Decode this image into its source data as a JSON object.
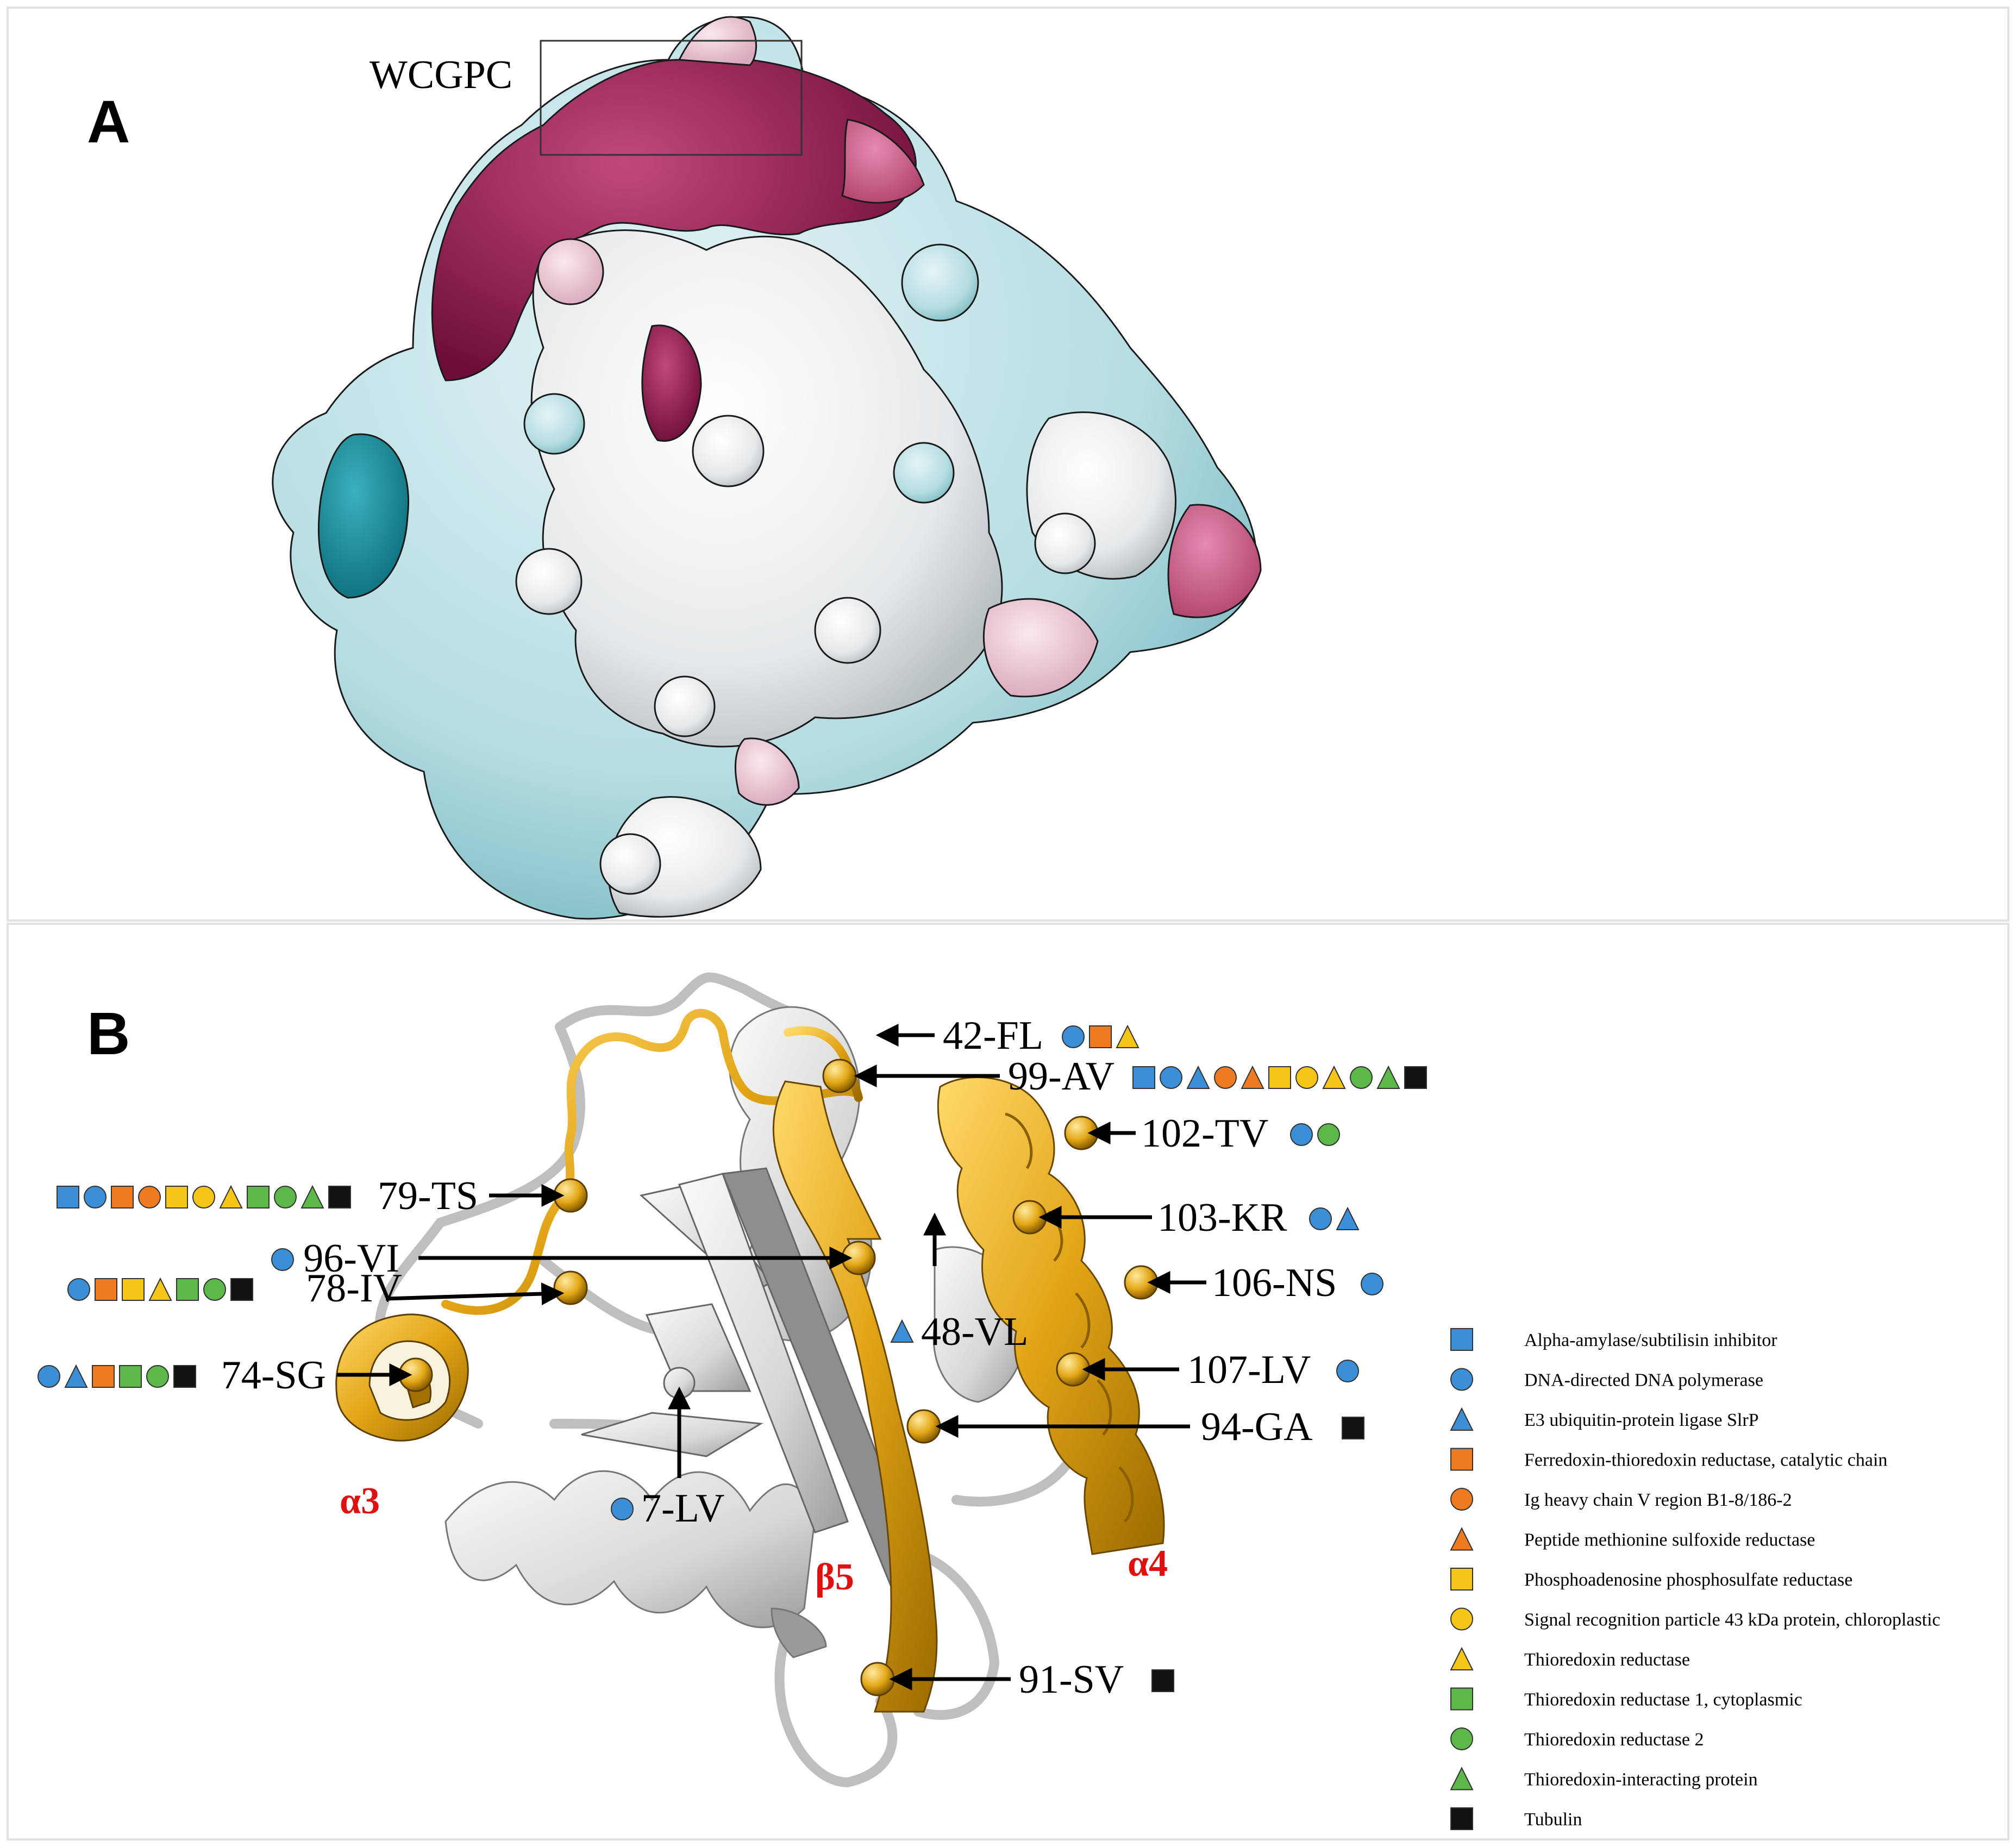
{
  "panel_a": {
    "letter": "A",
    "box_label": "WCGPC"
  },
  "panel_b": {
    "letter": "B",
    "structure_labels": [
      "α3",
      "β5",
      "α4"
    ]
  },
  "colors": {
    "Alpha-amylase/subtilisin inhibitor": "#3b8fd6",
    "DNA-directed DNA polymerase": "#3b8fd6",
    "E3 ubiquitin-protein ligase SlrP": "#3b8fd6",
    "Ferredoxin-thioredoxin reductase, catalytic chain": "#ee7a22",
    "Ig heavy chain V region B1-8/186-2": "#ee7a22",
    "Peptide methionine sulfoxide reductase": "#ee7a22",
    "Phosphoadenosine phosphosulfate reductase": "#f5c518",
    "Signal recognition particle 43 kDa protein, chloroplastic": "#f5c518",
    "Thioredoxin reductase": "#f5c518",
    "Thioredoxin reductase 1, cytoplasmic": "#5cb848",
    "Thioredoxin reductase 2": "#5cb848",
    "Thioredoxin-interacting protein": "#5cb848",
    "Tubulin": "#111111"
  },
  "legend": [
    {
      "shape": "square",
      "color": "#3b8fd6",
      "label": "Alpha-amylase/subtilisin inhibitor"
    },
    {
      "shape": "circle",
      "color": "#3b8fd6",
      "label": "DNA-directed DNA polymerase"
    },
    {
      "shape": "triangle",
      "color": "#3b8fd6",
      "label": "E3 ubiquitin-protein ligase SlrP"
    },
    {
      "shape": "square",
      "color": "#ee7a22",
      "label": "Ferredoxin-thioredoxin reductase, catalytic chain"
    },
    {
      "shape": "circle",
      "color": "#ee7a22",
      "label": "Ig heavy chain V region B1-8/186-2"
    },
    {
      "shape": "triangle",
      "color": "#ee7a22",
      "label": "Peptide methionine sulfoxide reductase"
    },
    {
      "shape": "square",
      "color": "#f5c518",
      "label": "Phosphoadenosine phosphosulfate reductase"
    },
    {
      "shape": "circle",
      "color": "#f5c518",
      "label": "Signal recognition particle 43 kDa protein, chloroplastic"
    },
    {
      "shape": "triangle",
      "color": "#f5c518",
      "label": "Thioredoxin reductase"
    },
    {
      "shape": "square",
      "color": "#5cb848",
      "label": "Thioredoxin reductase 1, cytoplasmic"
    },
    {
      "shape": "circle",
      "color": "#5cb848",
      "label": "Thioredoxin reductase 2"
    },
    {
      "shape": "triangle",
      "color": "#5cb848",
      "label": "Thioredoxin-interacting protein"
    },
    {
      "shape": "square",
      "color": "#111111",
      "label": "Tubulin"
    }
  ],
  "sites": [
    {
      "label": "42-FL",
      "markers": [
        1,
        3,
        8
      ]
    },
    {
      "label": "99-AV",
      "markers": [
        0,
        1,
        2,
        4,
        5,
        6,
        7,
        8,
        10,
        11,
        12
      ]
    },
    {
      "label": "102-TV",
      "markers": [
        1,
        10
      ]
    },
    {
      "label": "103-KR",
      "markers": [
        1,
        2
      ]
    },
    {
      "label": "106-NS",
      "markers": [
        1
      ]
    },
    {
      "label": "107-LV",
      "markers": [
        1
      ]
    },
    {
      "label": "94-GA",
      "markers": [
        12
      ]
    },
    {
      "label": "91-SV",
      "markers": [
        12
      ]
    },
    {
      "label": "48-VL",
      "markers": [
        2
      ]
    },
    {
      "label": "7-LV",
      "markers": [
        1
      ]
    },
    {
      "label": "79-TS",
      "markers": [
        0,
        1,
        3,
        4,
        6,
        7,
        8,
        9,
        10,
        11,
        12
      ]
    },
    {
      "label": "96-VI",
      "markers": [
        1
      ]
    },
    {
      "label": "78-IV",
      "markers": [
        1,
        3,
        6,
        8,
        9,
        10,
        12
      ]
    },
    {
      "label": "74-SG",
      "markers": [
        1,
        2,
        3,
        9,
        10,
        12
      ]
    }
  ]
}
